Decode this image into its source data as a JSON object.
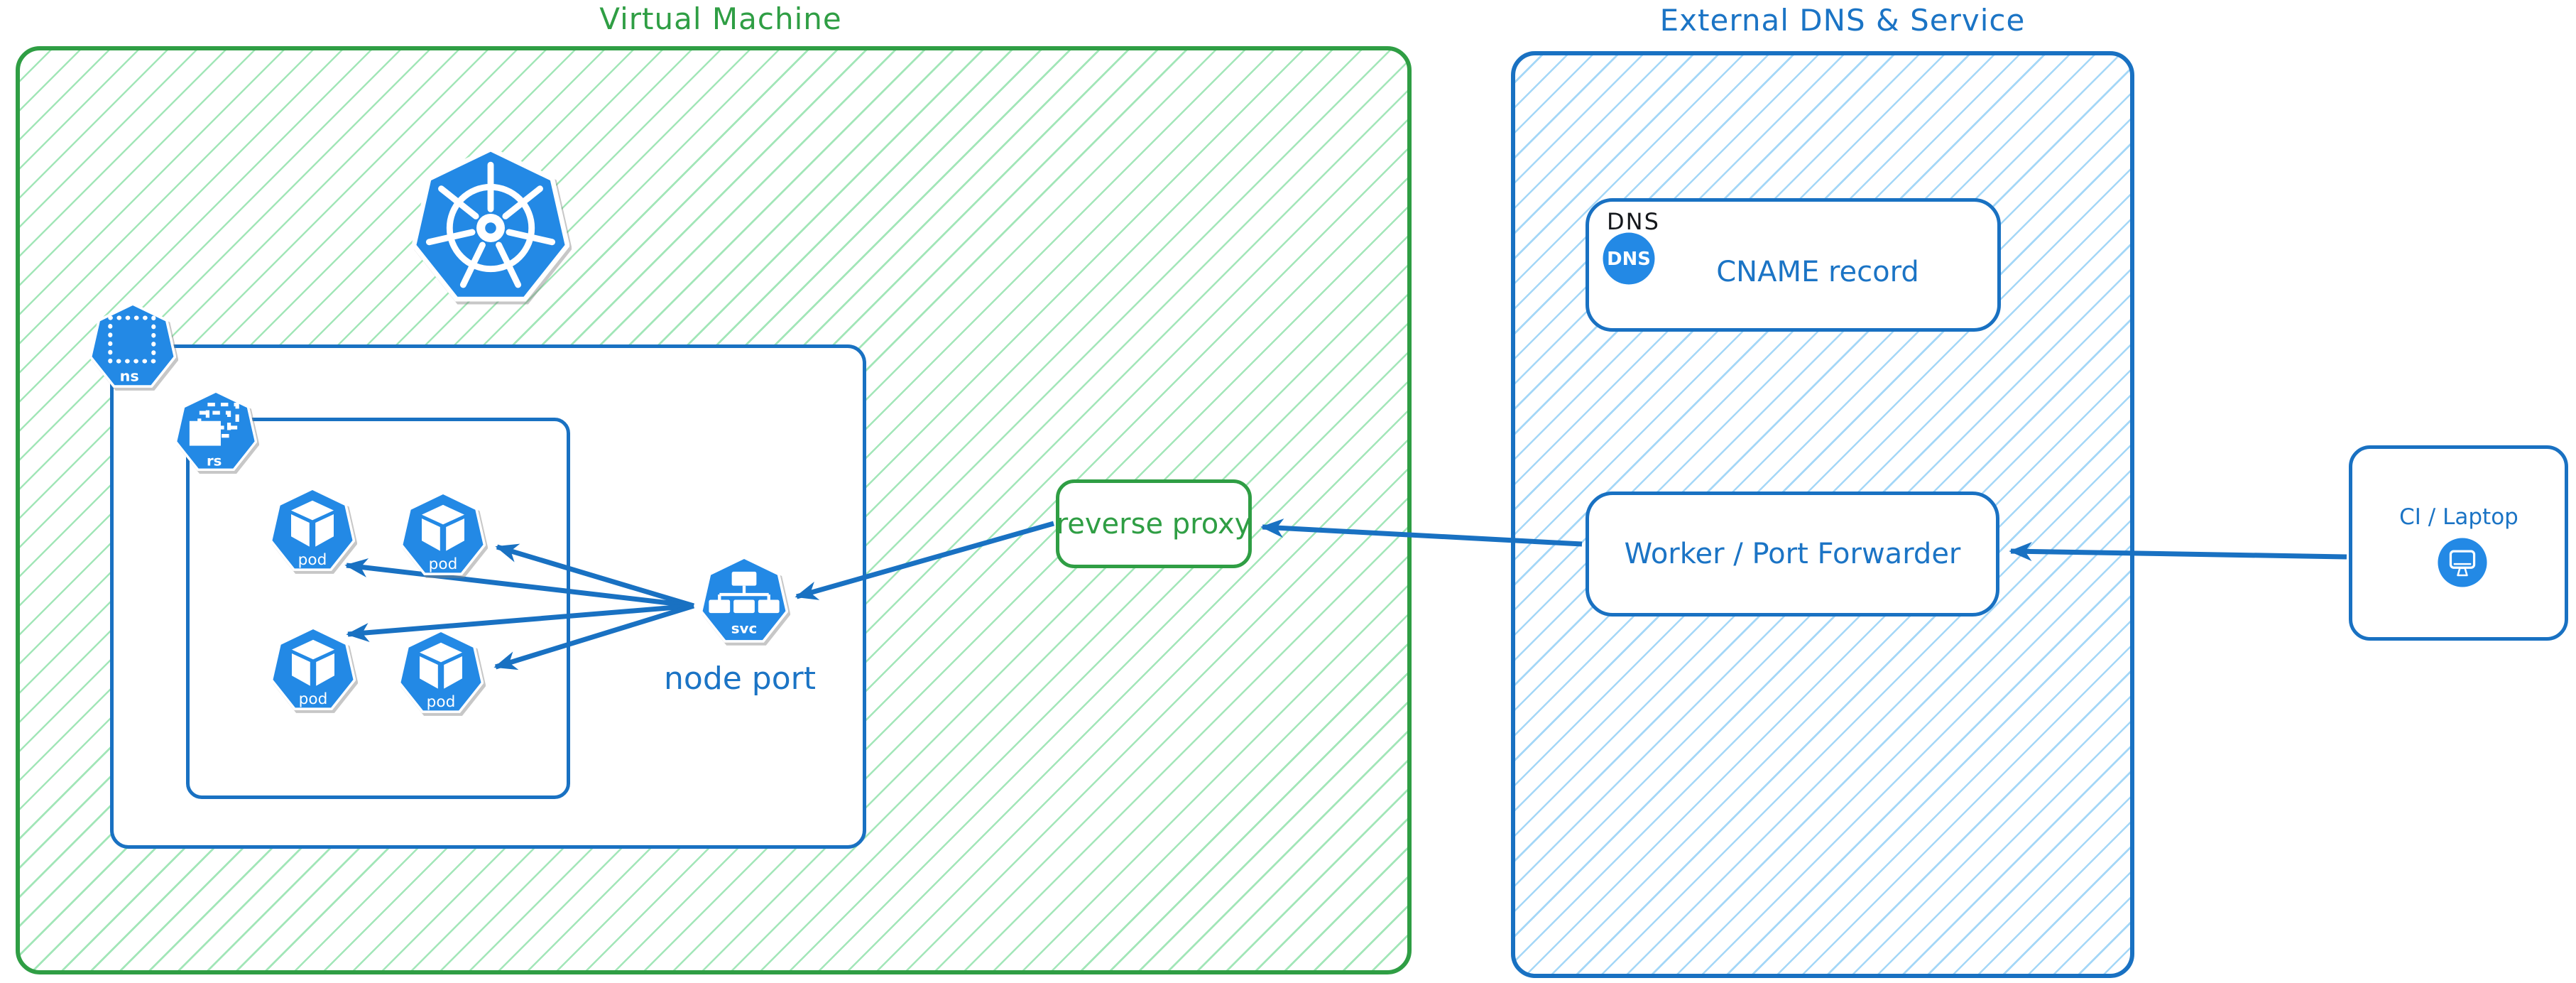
{
  "titles": {
    "vm": "Virtual Machine",
    "external": "External DNS & Service"
  },
  "kubernetes": {
    "namespace": {
      "label": "ns"
    },
    "replicaset": {
      "label": "rs"
    },
    "pods": [
      "pod",
      "pod",
      "pod",
      "pod"
    ],
    "service": {
      "label": "svc",
      "caption": "node port"
    }
  },
  "reverse_proxy": {
    "label": "reverse proxy"
  },
  "dns_card": {
    "tag": "DNS",
    "icon_text": "DNS",
    "record": "CNAME record"
  },
  "worker_card": {
    "label": "Worker / Port Forwarder"
  },
  "ci_card": {
    "label": "CI / Laptop"
  },
  "colors": {
    "green_border": "#2f9e44",
    "green_hatch": "#a2e6b8",
    "blue_border": "#1971c2",
    "blue_hatch": "#a4d7f7",
    "icon_blue": "#2389e5",
    "arrow_blue": "#1971c2"
  }
}
